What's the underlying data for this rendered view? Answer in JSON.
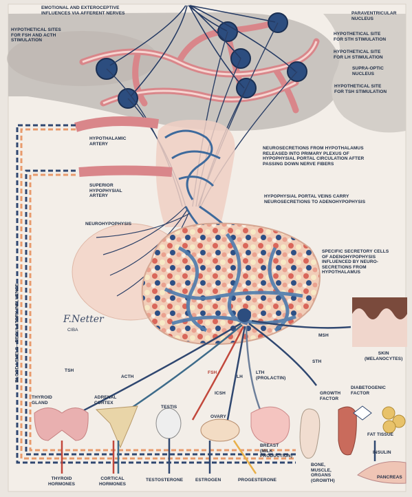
{
  "labels": {
    "emotional": [
      "EMOTIONAL AND EXTEROCEPTIVE",
      "INFLUENCES VIA AFFERENT NERVES"
    ],
    "paraventricular": [
      "PARAVENTRICULAR",
      "NUCLEUS"
    ],
    "sites_fsh_acth": [
      "HYPOTHETICAL SITES",
      "FOR FSH AND ACTH",
      "STIMULATION"
    ],
    "site_sth": [
      "HYPOTHETICAL SITE",
      "FOR STH STIMULATION"
    ],
    "site_lh": [
      "HYPOTHETICAL SITE",
      "FOR LH STIMULATION"
    ],
    "supraoptic": [
      "SUPRA-OPTIC",
      "NUCLEUS"
    ],
    "site_tsh": [
      "HYPOTHETICAL SITE",
      "FOR TSH STIMULATION"
    ],
    "hypothalamic_artery": [
      "HYPOTHALAMIC",
      "ARTERY"
    ],
    "superior_hypophysial_artery": [
      "SUPERIOR",
      "HYPOPHYSIAL",
      "ARTERY"
    ],
    "neurosecretions": [
      "NEUROSECRETIONS FROM HYPOTHALAMUS",
      "RELEASED INTO PRIMARY PLEXUS OF",
      "HYPOPHYSIAL PORTAL CIRCULATION AFTER",
      "PASSING DOWN NERVE FIBERS"
    ],
    "portal_veins": [
      "HYPOPHYSIAL PORTAL VEINS CARRY",
      "NEUROSECRETIONS TO ADENOHYPOPHYSIS"
    ],
    "neurohypophysis": [
      "NEUROHYPOPHYSIS"
    ],
    "secretory_cells": [
      "SPECIFIC SECRETORY CELLS",
      "OF ADENOHYPOPHYSIS",
      "INFLUENCED BY NEURO-",
      "SECRETIONS FROM",
      "HYPOTHALAMUS"
    ],
    "blood_levels": "BLOOD LEVELS—REGULATORY INFLUENCE",
    "msh": "MSH",
    "skin": [
      "SKIN",
      "(MELANOCYTES)"
    ],
    "tsh": "TSH",
    "acth": "ACTH",
    "fsh": "FSH",
    "lh": "LH",
    "lth": [
      "LTH",
      "(PROLACTIN)"
    ],
    "sth": "STH",
    "icsh": "ICSH",
    "thyroid_gland": [
      "THYROID",
      "GLAND"
    ],
    "adrenal_cortex": [
      "ADRENAL",
      "CORTEX"
    ],
    "testis": "TESTIS",
    "ovary": "OVARY",
    "breast": [
      "BREAST",
      "(MILK",
      "PRODUCTION)"
    ],
    "growth_factor": [
      "GROWTH",
      "FACTOR"
    ],
    "diabetogenic_factor": [
      "DIABETOGENIC",
      "FACTOR"
    ],
    "fat_tissue": "FAT TISSUE",
    "insulin": "INSULIN",
    "bone": [
      "BONE,",
      "MUSCLE,",
      "ORGANS",
      "(GROWTH)"
    ],
    "pancreas": "PANCREAS",
    "thyroid_hormones": [
      "THYROID",
      "HORMONES"
    ],
    "cortical_hormones": [
      "CORTICAL",
      "HORMONES"
    ],
    "testosterone": "TESTOSTERONE",
    "estrogen": "ESTROGEN",
    "progesterone": "PROGESTERONE",
    "signature": "F.Netter",
    "signature_sub": "CIBA"
  },
  "colors": {
    "artery": "#d9868a",
    "vein": "#3e6a9c",
    "nucleus": "#2c4d7f",
    "tsh_line": "#2f4770",
    "acth_line": "#3d6b8a",
    "fsh_line": "#c2483c",
    "lh_line": "#2f4770",
    "progesterone_line": "#e8b04a"
  }
}
